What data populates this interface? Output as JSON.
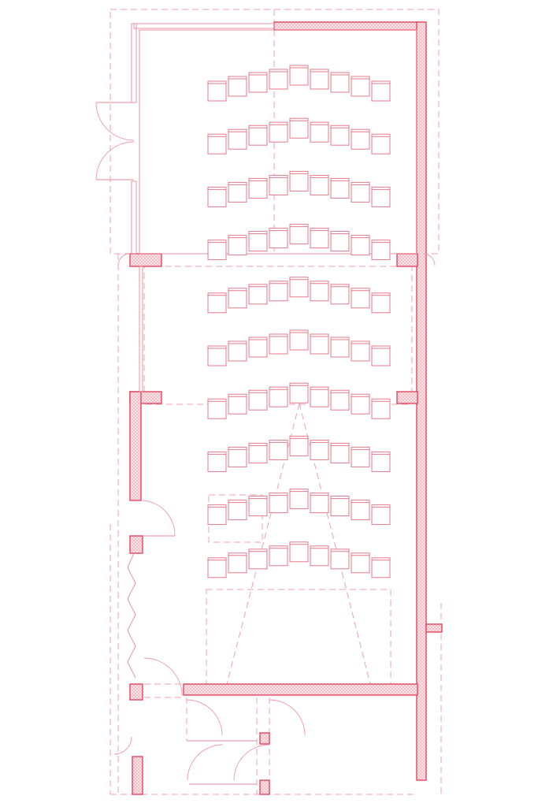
{
  "plan": {
    "type": "floor-plan",
    "colors": {
      "wall": "#e0475e",
      "line": "#e88a99",
      "dashed": "#f0a0ad",
      "seat": "#e5798b"
    },
    "seating": {
      "rows": 10,
      "seats_per_row": 9
    }
  }
}
